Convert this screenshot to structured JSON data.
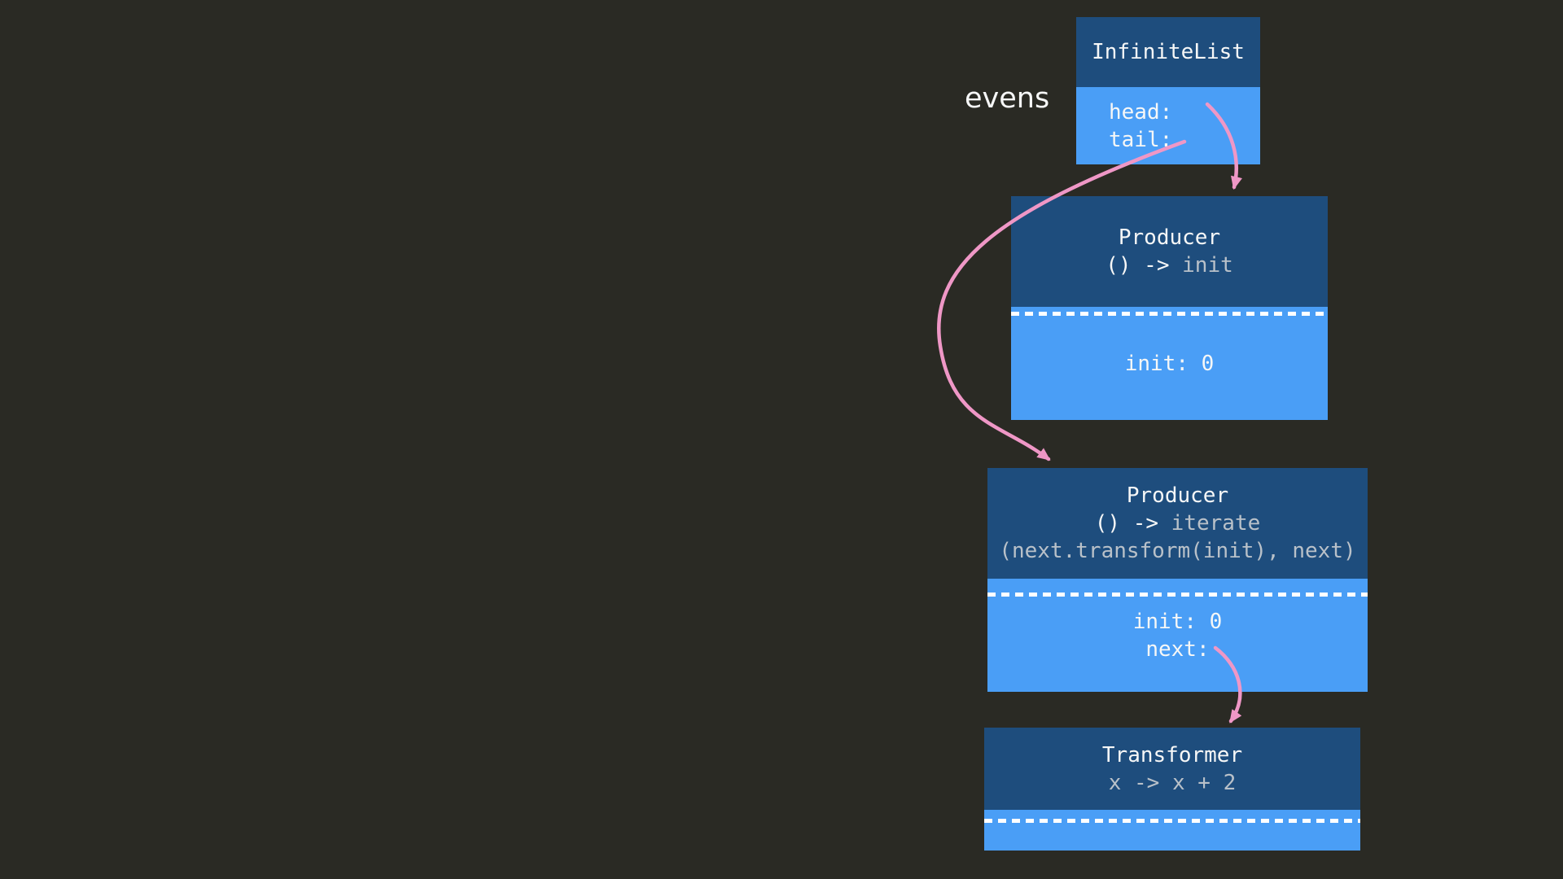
{
  "label": {
    "text": "evens"
  },
  "colors": {
    "bg": "#2a2a24",
    "header_blue": "#1e4d7d",
    "body_blue": "#4a9ef6",
    "arrow_pink": "#ef97c6",
    "code_gray": "#b9c1c9",
    "text_white": "#f6f7f7",
    "dash_white": "#ffffff"
  },
  "nodes": {
    "infinite_list": {
      "title": "InfiniteList",
      "fields": [
        "head:",
        "tail:"
      ]
    },
    "producer_init": {
      "title": "Producer",
      "sig_white": "() -> ",
      "sig_gray": "init",
      "fields": [
        "init: 0"
      ]
    },
    "producer_iterate": {
      "title": "Producer",
      "sig_white": "() -> ",
      "sig_gray": "iterate",
      "sig_line2": "(next.transform(init), next)",
      "fields": [
        "init: 0",
        "next:"
      ]
    },
    "transformer": {
      "title": "Transformer",
      "sig_gray": "x -> x + 2",
      "fields": []
    }
  },
  "arrows": [
    {
      "id": "head-to-producer-init",
      "from": "infinite_list.head",
      "to": "producer_init"
    },
    {
      "id": "tail-to-producer-iterate",
      "from": "infinite_list.tail",
      "to": "producer_iterate"
    },
    {
      "id": "next-to-transformer",
      "from": "producer_iterate.next",
      "to": "transformer"
    }
  ]
}
